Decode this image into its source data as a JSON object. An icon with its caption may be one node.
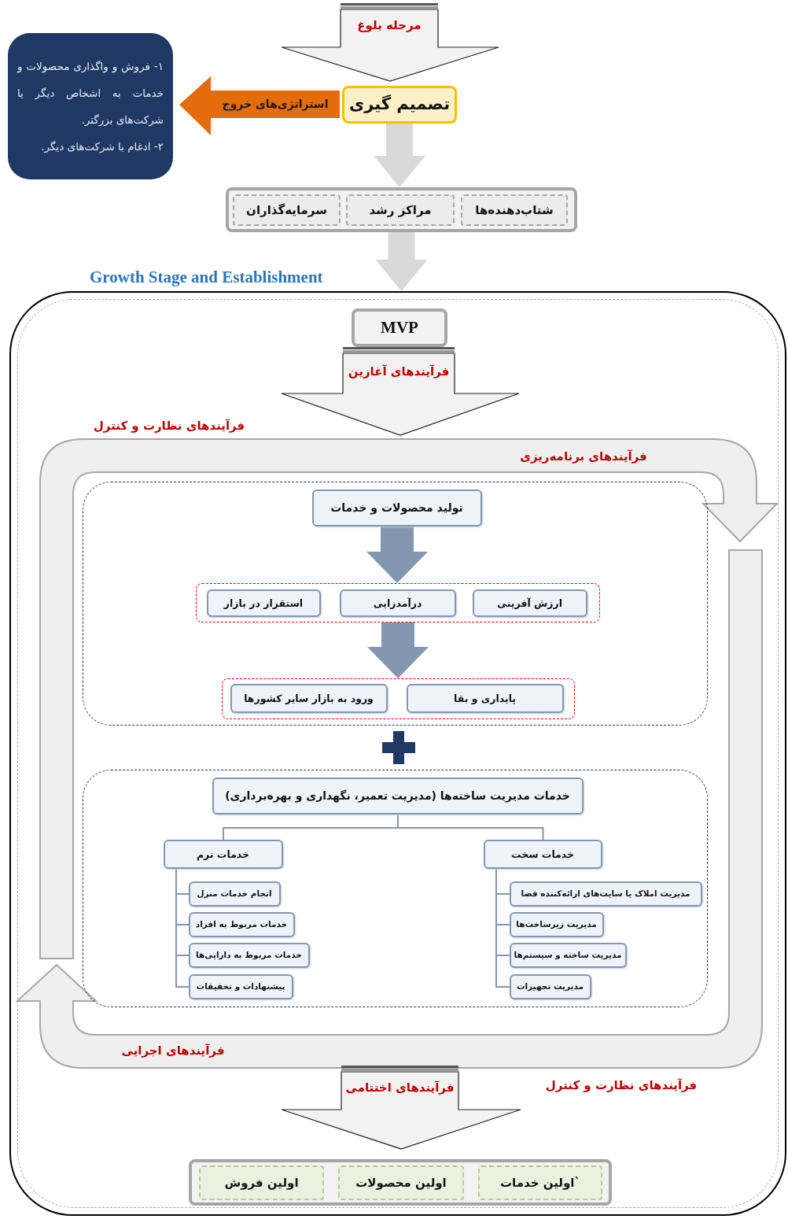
{
  "diagram": {
    "nodes": [
      {
        "text": [
          "مرحله بلوغ"
        ]
      },
      {
        "text": [
          "تصمیم گیری"
        ]
      },
      {
        "text": [
          "استراتژی‌های خروج"
        ]
      },
      {
        "text": [
          "۱- فروش و واگذاری محصولات و خدمات به اشخاص دیگر یا شرکت‌های بزرگتر.",
          "۲- ادغام با شرکت‌های دیگر."
        ]
      },
      {
        "text": [],
        "shape": "box"
      },
      {
        "text": [
          "شتاب‌دهنده‌ها"
        ],
        "in": 4
      },
      {
        "text": [
          "مراکز رشد"
        ],
        "in": 4
      },
      {
        "text": [
          "سرمایه‌گذاران"
        ],
        "in": 4
      },
      {
        "text": [
          "Growth Stage and Establishment"
        ]
      },
      {
        "text": [
          "MVP"
        ],
        "in": 8
      },
      {
        "text": [
          "فرآیندهای آغازین"
        ],
        "in": 8
      },
      {
        "text": [],
        "shape": "box",
        "in": 8
      },
      {
        "text": [
          "تولید محصولات و خدمات"
        ],
        "in": 11
      },
      {
        "text": [],
        "shape": "box",
        "in": 11
      },
      {
        "text": [
          "ارزش آفرینی"
        ],
        "in": 13
      },
      {
        "text": [
          "درآمدزایی"
        ],
        "in": 13
      },
      {
        "text": [
          "استقرار در بازار"
        ],
        "in": 13
      },
      {
        "text": [],
        "shape": "box",
        "in": 11
      },
      {
        "text": [
          "پایداری و بقا"
        ],
        "in": 17
      },
      {
        "text": [
          "ورود به بازار سایر کشورها"
        ],
        "in": 17
      },
      {
        "text": [],
        "shape": "box",
        "in": 8
      },
      {
        "text": [
          "خدمات مدیریت ساخته‌ها (مدیریت تعمیر، نگهداری و بهره‌برداری)"
        ],
        "in": 20
      },
      {
        "text": [
          "خدمات سخت"
        ],
        "in": 20
      },
      {
        "text": [
          "خدمات نرم"
        ],
        "in": 20
      },
      {
        "text": [
          "مدیریت املاک یا سایت‌های ارائه‌کننده فضا"
        ],
        "in": 20
      },
      {
        "text": [
          "مدیریت زیرساخت‌ها"
        ],
        "in": 20
      },
      {
        "text": [
          "مدیریت ساخته و سیستم‌ها"
        ],
        "in": 20
      },
      {
        "text": [
          "مدیریت تجهیزات"
        ],
        "in": 20
      },
      {
        "text": [
          "انجام خدمات منزل"
        ],
        "in": 20
      },
      {
        "text": [
          "خدمات مربوط به افراد"
        ],
        "in": 20
      },
      {
        "text": [
          "خدمات مربوط به دارایی‌ها"
        ],
        "in": 20
      },
      {
        "text": [
          "پیشنهادات و تخفیفات"
        ],
        "in": 20
      },
      {
        "text": [
          "فرآیندهای اختتامی"
        ],
        "in": 8
      },
      {
        "text": [],
        "shape": "box",
        "in": 8
      },
      {
        "text": [
          "`اولین خدمات"
        ],
        "in": 33
      },
      {
        "text": [
          "اولین محصولات"
        ],
        "in": 33
      },
      {
        "text": [
          "اولین فروش"
        ],
        "in": 33
      }
    ],
    "edges": [
      {
        "from": 1,
        "to": 4,
        "arrow": "to",
        "style": "thick",
        "color": "#d9d9d9"
      },
      {
        "from": 4,
        "to": 8,
        "arrow": "to",
        "style": "thick",
        "color": "#d9d9d9"
      },
      {
        "from": 12,
        "to": 13,
        "arrow": "to",
        "style": "thick"
      },
      {
        "from": 13,
        "to": 17,
        "arrow": "to",
        "style": "thick"
      },
      {
        "from": 21,
        "to": 22,
        "arrow": "none"
      },
      {
        "from": 21,
        "to": 23,
        "arrow": "none"
      },
      {
        "from": 22,
        "to": 24,
        "arrow": "none"
      },
      {
        "from": 22,
        "to": 25,
        "arrow": "none"
      },
      {
        "from": 22,
        "to": 26,
        "arrow": "none"
      },
      {
        "from": 22,
        "to": 27,
        "arrow": "none"
      },
      {
        "from": 23,
        "to": 28,
        "arrow": "none"
      },
      {
        "from": 23,
        "to": 29,
        "arrow": "none"
      },
      {
        "from": 23,
        "to": 30,
        "arrow": "none"
      },
      {
        "from": 23,
        "to": 31,
        "arrow": "none"
      }
    ],
    "labels": [
      "فرآیندهای نظارت و کنترل",
      "فرآیندهای برنامه‌ریزی",
      "فرآیندهای اجرایی",
      "فرآیندهای نظارت و کنترل"
    ]
  }
}
